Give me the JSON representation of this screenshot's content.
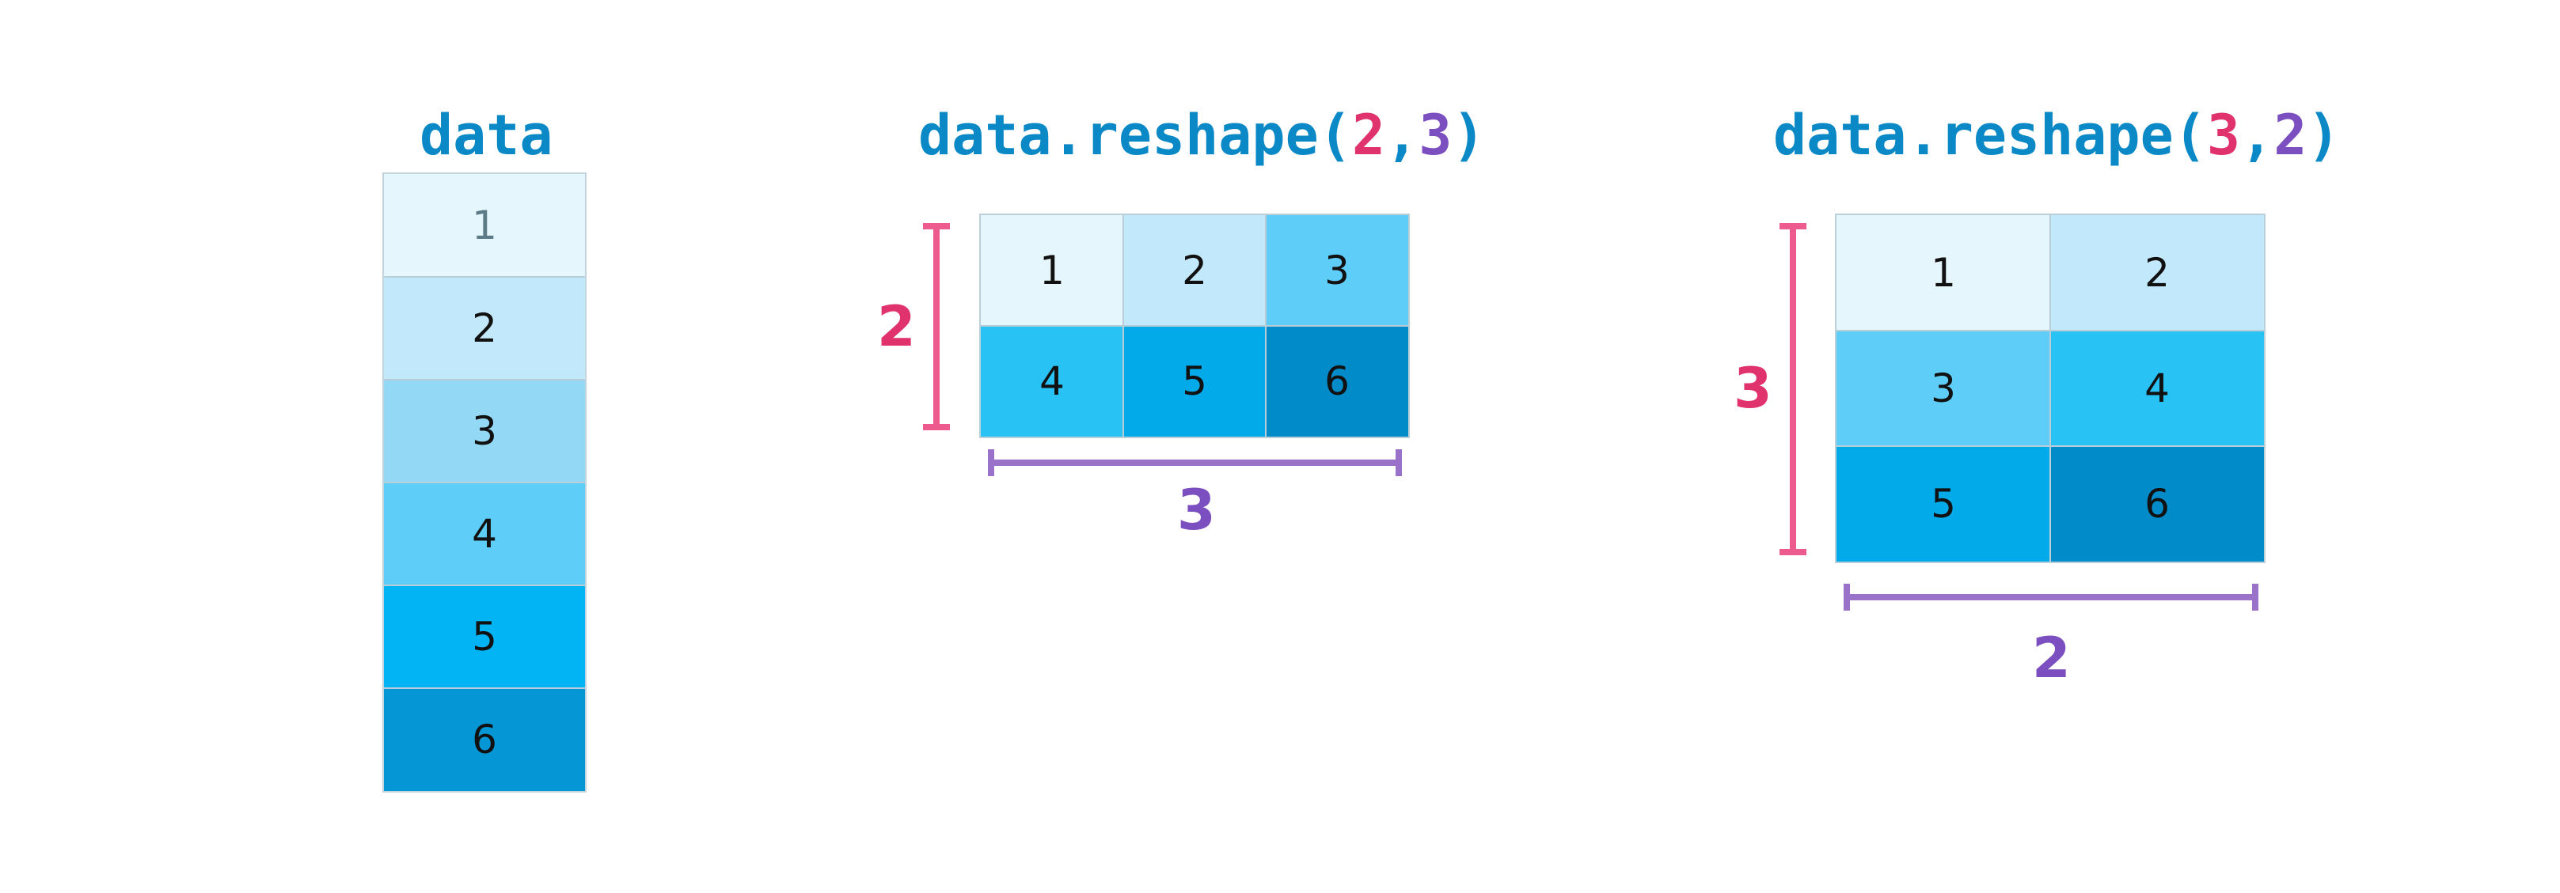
{
  "panels": [
    {
      "title": "data",
      "cells": [
        "1",
        "2",
        "3",
        "4",
        "5",
        "6"
      ]
    },
    {
      "title_prefix": "data.reshape(",
      "title_rows": "2",
      "title_sep": ",",
      "title_cols": "3",
      "title_suffix": ")",
      "cells": [
        "1",
        "2",
        "3",
        "4",
        "5",
        "6"
      ],
      "rows_label": "2",
      "cols_label": "3"
    },
    {
      "title_prefix": "data.reshape(",
      "title_rows": "3",
      "title_sep": ",",
      "title_cols": "2",
      "title_suffix": ")",
      "cells": [
        "1",
        "2",
        "3",
        "4",
        "5",
        "6"
      ],
      "rows_label": "3",
      "cols_label": "2"
    }
  ],
  "colors": {
    "title": "#0a89c6",
    "rows_accent": "#e0336e",
    "cols_accent": "#7b4fbf",
    "bracket_rows": "#ec5a8e",
    "bracket_cols": "#9a72c9",
    "shades": [
      "#e6f6fd",
      "#c2e9fb",
      "#93d9f6",
      "#5ecdf8",
      "#02b4f3",
      "#0596d6"
    ]
  }
}
